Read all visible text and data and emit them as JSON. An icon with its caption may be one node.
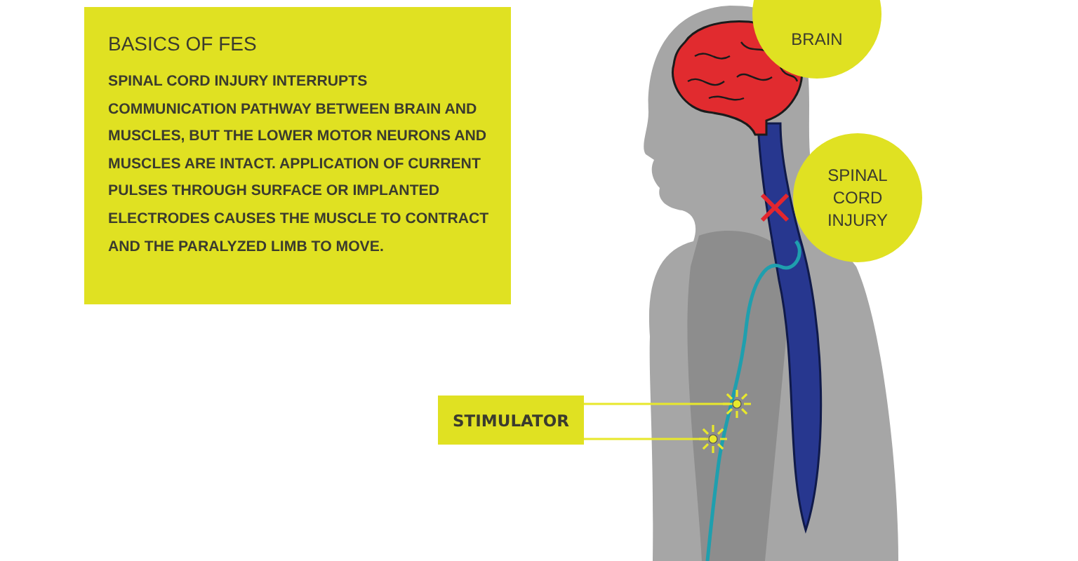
{
  "diagram": {
    "nodes": [
      {
        "text": [
          "BASICS OF FES",
          "SPINAL CORD INJURY INTERRUPTS COMMUNICATION PATHWAY BETWEEN BRAIN AND MUSCLES, BUT THE LOWER MOTOR NEURONS AND MUSCLES ARE INTACT. APPLICATION OF CURRENT PULSES THROUGH SURFACE OR IMPLANTED ELECTRODES CAUSES THE MUSCLE TO CONTRACT AND THE PARALYZED LIMB TO MOVE."
        ]
      },
      {
        "text": [
          "BRAIN"
        ]
      },
      {
        "text": [
          "SPINAL CORD INJURY"
        ]
      },
      {
        "text": [
          "STIMULATOR"
        ]
      },
      {
        "text": [],
        "shape": "circle"
      },
      {
        "text": [],
        "shape": "circle"
      }
    ],
    "edges": [
      {
        "from": 3,
        "to": 4,
        "arrow": "none"
      },
      {
        "from": 3,
        "to": 5,
        "arrow": "none"
      }
    ]
  }
}
